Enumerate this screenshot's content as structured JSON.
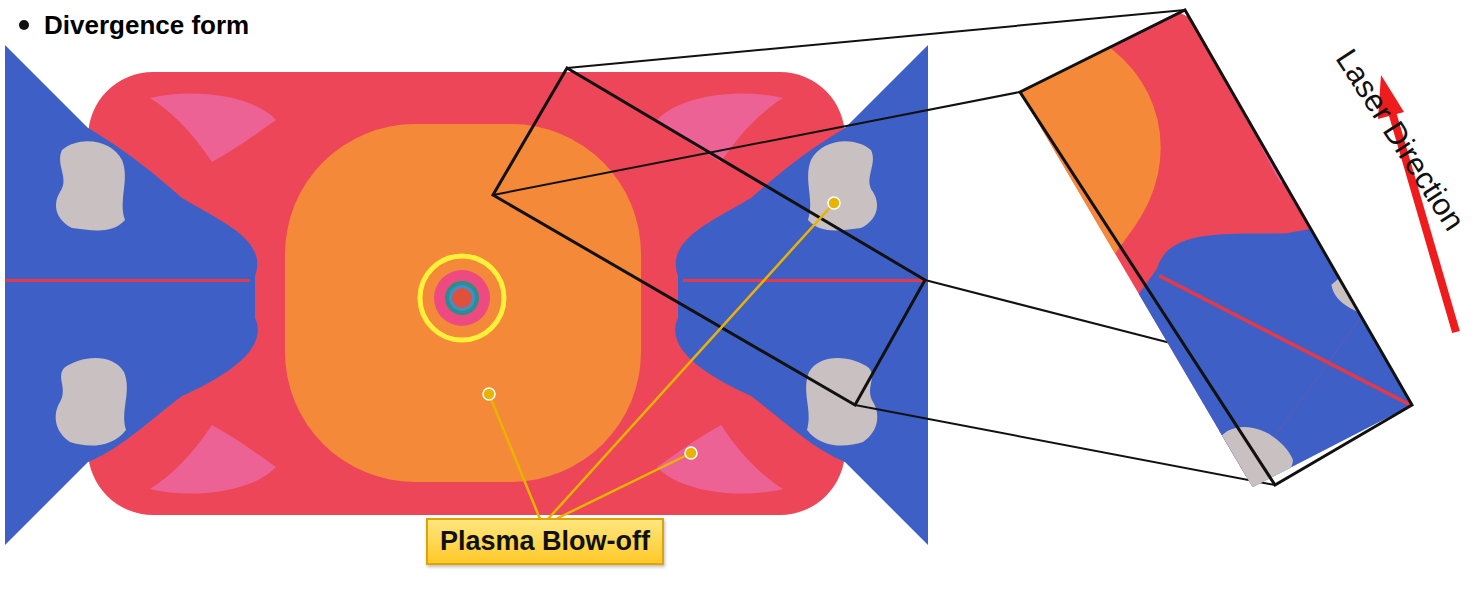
{
  "diagram": {
    "title": "Divergence form",
    "nodes": [
      {
        "text": [
          "Plasma Blow-off"
        ]
      }
    ],
    "labels": [
      "Laser Direction"
    ]
  }
}
